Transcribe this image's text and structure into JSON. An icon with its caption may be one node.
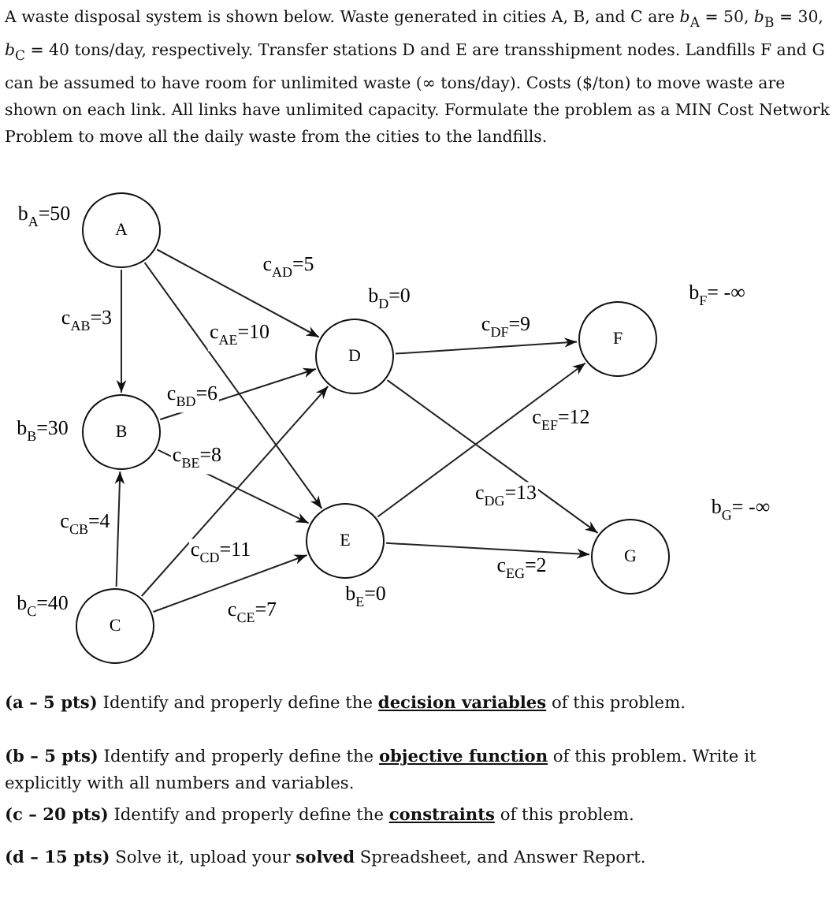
{
  "diagram": {
    "nodes": [
      {
        "text": [
          "A"
        ],
        "beside": [
          "b$_{A}$=50"
        ]
      },
      {
        "text": [
          "B"
        ],
        "beside": [
          "b$_{B}$=30"
        ]
      },
      {
        "text": [
          "C"
        ],
        "beside": [
          "b$_{C}$=40"
        ]
      },
      {
        "text": [
          "D"
        ],
        "beside": [
          "b$_{D}$=0"
        ]
      },
      {
        "text": [
          "E"
        ],
        "beside": [
          "b$_{E}$=0"
        ]
      },
      {
        "text": [
          "F"
        ],
        "beside": [
          "b$_{F}$= -∞"
        ]
      },
      {
        "text": [
          "G"
        ],
        "beside": [
          "b$_{G}$= -∞"
        ]
      }
    ],
    "edges": [
      {
        "from": 0,
        "to": 1,
        "arrow": "to",
        "label": "c$_{AB}$=3"
      },
      {
        "from": 0,
        "to": 3,
        "arrow": "to",
        "label": "c$_{AD}$=5"
      },
      {
        "from": 0,
        "to": 4,
        "arrow": "to",
        "label": "c$_{AE}$=10"
      },
      {
        "from": 1,
        "to": 3,
        "arrow": "to",
        "label": "c$_{BD}$=6"
      },
      {
        "from": 1,
        "to": 4,
        "arrow": "to",
        "label": "c$_{BE}$=8"
      },
      {
        "from": 2,
        "to": 1,
        "arrow": "to",
        "label": "c$_{CB}$=4"
      },
      {
        "from": 2,
        "to": 3,
        "arrow": "to",
        "label": "c$_{CD}$=11"
      },
      {
        "from": 2,
        "to": 4,
        "arrow": "to",
        "label": "c$_{CE}$=7"
      },
      {
        "from": 3,
        "to": 5,
        "arrow": "to",
        "label": "c$_{DF}$=9"
      },
      {
        "from": 3,
        "to": 6,
        "arrow": "to",
        "label": "c$_{DG}$=13"
      },
      {
        "from": 4,
        "to": 5,
        "arrow": "to",
        "label": "c$_{EF}$=12"
      },
      {
        "from": 4,
        "to": 6,
        "arrow": "to",
        "label": "c$_{EG}$=2"
      }
    ],
    "labels": [
      "A waste disposal system is shown below. Waste generated in cities A, B, and C are *b*$_{A}$ = 50, *b*$_{B}$ = 30, *b*$_{C}$ = 40 tons/day, respectively. Transfer stations D and E are transshipment nodes. Landfills F and G can be assumed to have room for unlimited waste (∞ tons/day). Costs ($/ton) to move waste are shown on each link. All links have unlimited capacity. Formulate the problem as a MIN Cost Network Problem to move all the daily waste from the cities to the landfills.",
      "**(a – 5 pts)** Identify and properly define the **decision variables** of this problem.",
      "**(b – 5 pts)** Identify and properly define the **objective function** of this problem. Write it explicitly with all numbers and variables.",
      "**(c – 20 pts)** Identify and properly define the **constraints** of this problem.",
      "**(d – 15 pts)** Solve it, upload your **solved** Spreadsheet, and Answer Report."
    ]
  }
}
